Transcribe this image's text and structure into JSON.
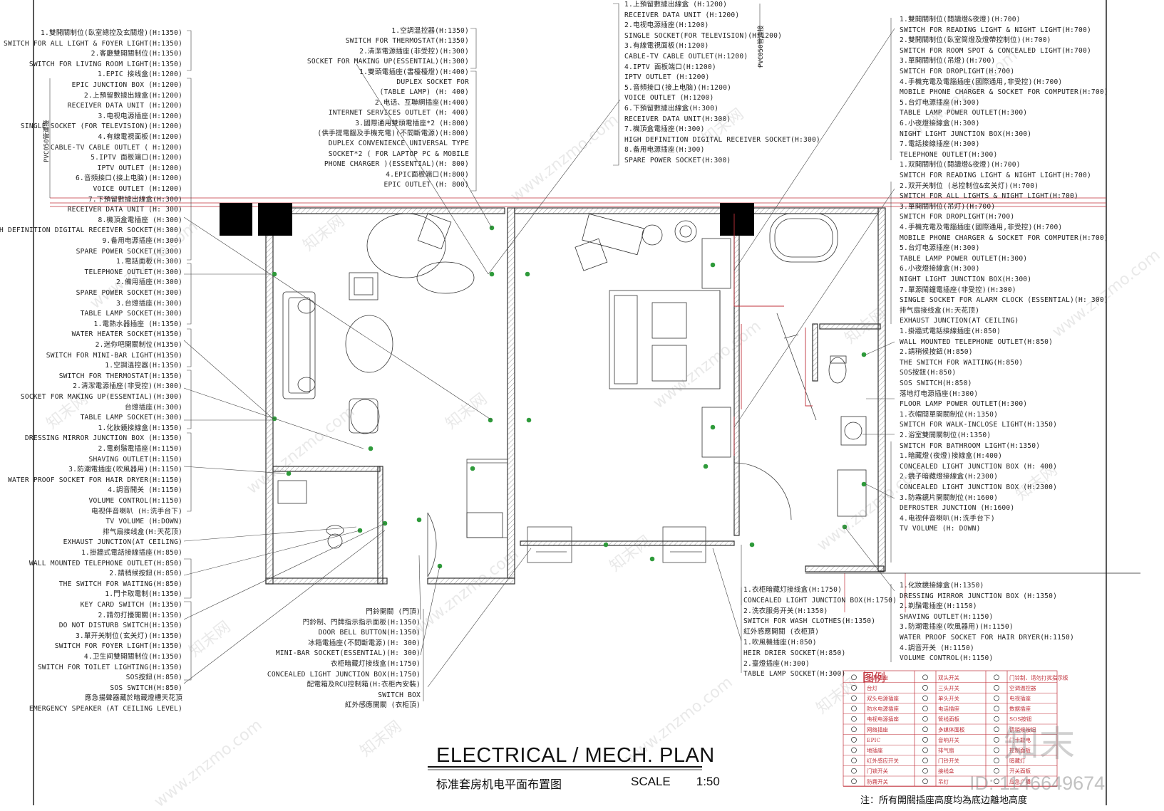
{
  "drawing": {
    "title": "ELECTRICAL / MECH. PLAN",
    "subtitle": "标准套房机电平面布置图",
    "scale_label": "SCALE",
    "scale_value": "1:50",
    "legend_title": "图例",
    "legend_note": "注：所有開關插座高度均為底边離地高度",
    "conduit_left": "PVC050管連接",
    "conduit_top": "PVC050管連接"
  },
  "left_annotations": [
    "1.雙開關制位(臥室總控及玄關燈)(H:1350)",
    "SWITCH FOR ALL LIGHT & FOYER LIGHT(H:1350)",
    "2.客廳雙開關制位(H:1350)",
    "SWITCH FOR LIVING ROOM LIGHT(H:1350)",
    "1.EPIC 接线盒(H:1200)",
    "EPIC JUNCTION BOX (H:1200)",
    "2.上預留數據出線盒(H:1200)",
    "RECEIVER DATA UNIT  (H:1200)",
    "3.电视电源插座(H:1200)",
    "SINGLE SOCKET (FOR TELEVISION)(H:1200)",
    "4.有線電視面板(H:1200)",
    "CABLE-TV CABLE OUTLET ( H:1200)",
    "5.IPTV 面板端口(H:1200)",
    "IPTV OUTLET (H:1200)",
    "6.音頻接口(接上电脑)(H:1200)",
    "VOICE OUTLET (H:1200)",
    "7.下預留數據出線盒(H:300)",
    "RECEIVER DATA UNIT  (H: 300)",
    "8.機頂盒電插座 (H:300)",
    "HIGH DEFINITION DIGITAL RECEIVER SOCKET(H:300)",
    "9.备用电源插座(H:300)",
    "SPARE POWER SOCKET(H:300)",
    "1.電話面板(H:300)",
    "TELEPHONE OUTLET(H:300)",
    "2.備用插座(H:300)",
    "SPARE POWER SOCKET(H:300)",
    "3.台燈插座(H:300)",
    "TABLE LAMP SOCKET(H:300)",
    "1.電熱水器插座 (H:1350)",
    "WATER HEATER SOCKET(H1350)",
    "2.迷你吧開關制位(H1350)",
    "SWITCH FOR MINI-BAR LIGHT(H1350)",
    "1.空調溫控器(H:1350)",
    "SWITCH FOR THERMOSTAT(H:1350)",
    "2.清潔電源插座(非受控)(H:300)",
    "SOCKET FOR MAKING UP(ESSENTIAL)(H:300)",
    "台燈插座(H:300)",
    "TABLE LAMP SOCKET(H:300)",
    "1.化妝鏡接線盒(H:1350)",
    "DRESSING MIRROR JUNCTION BOX (H:1350)",
    "2.電剃鬚電插座(H:1150)",
    "SHAVING OUTLET(H:1150)",
    "3.防潮電插座(吹風器用)(H:1150)",
    "WATER PROOF SOCKET FOR HAIR DRYER(H:1150)",
    "4.調音開关 (H:1150)",
    "VOLUME CONTROL(H:1150)",
    "电视伴音喇叭 (H:洗手台下)",
    "TV VOLUME   (H:DOWN)",
    "排气扇接线盒(H:天花顶)",
    "EXHAUST JUNCTION(AT CEILING)",
    "1.掛牆式電話接線插座(H:850)",
    "WALL MOUNTED TELEPHONE OUTLET(H:850)",
    "2.請稍候按鈕(H:850)",
    "THE SWITCH FOR WAITING(H:850)",
    "1.門卡取電制(H:1350)",
    "KEY CARD SWITCH (H:1350)",
    "2.請勿打擾開關(H:1350)",
    "DO NOT DISTURB SWITCH(H:1350)",
    "3.單开关制位(玄关灯)(H:1350)",
    "SWITCH FOR FOYER LIGHT(H:1350)",
    "4.卫生间雙開關制位(H:1350)",
    "SWITCH FOR TOILET LIGHTING(H:1350)",
    "SOS按鈕(H:850)",
    "SOS SWITCH(H:850)",
    "應急揚聲器藏於暗藏燈槽天花頂",
    "EMERGENCY SPEAKER (AT CEILING LEVEL)"
  ],
  "upper_mid_annotations": [
    "1.空調溫控器(H:1350)",
    "SWITCH FOR THERMOSTAT(H:1350)",
    "2.清潔電源插座(非受控)(H:300)",
    "SOCKET FOR MAKING UP(ESSENTIAL)(H:300)",
    "1.雙頭電插座(書檯檯燈)(H:400)",
    "DUPLEX SOCKET FOR",
    "(TABLE LAMP) (H: 400)",
    "2.电话、互聯網插座(H:400)",
    "INTERNET SERVICES OUTLET (H: 400)",
    "3.國際通用雙頭電插座*2 (H:800)",
    "(供手提電腦及手機充電)(不間斷電源)(H:800)",
    "DUPLEX CONVENIENCE UNIVERSAL TYPE",
    "SOCKET*2 ( FOR LAPTOP PC &  MOBILE",
    "PHONE CHARGER )(ESSENTIAL)(H: 800)",
    "4.EPIC面板端口(H:800)",
    "EPIC OUTLET (H: 800)"
  ],
  "top_center_annotations": [
    "1.上預留數據出線盒 (H:1200)",
    "RECEIVER DATA UNIT  (H:1200)",
    "2.电视电源插座(H:1200)",
    "SINGLE SOCKET(FOR TELEVISION)(H:1200)",
    "3.有線電視面板(H:1200)",
    "CABLE-TV CABLE OUTLET(H:1200)",
    "4.IPTV 面板端口(H:1200)",
    "IPTV OUTLET (H:1200)",
    "5.音頻接口(接上电脑)(H:1200)",
    "VOICE OUTLET (H:1200)",
    "6.下預留數據出線盒(H:300)",
    "RECEIVER DATA UNIT(H:300)",
    "7.機頂盒電插座(H:300)",
    "HIGH DEFINITION DIGITAL RECEIVER SOCKET(H:300)",
    "8.备用电源插座(H:300)",
    "SPARE POWER SOCKET(H:300)"
  ],
  "right_annotations": [
    "1.雙開關制位(閱讀燈&夜燈)(H:700)",
    "SWITCH FOR READING LIGHT & NIGHT LIGHT(H:700)",
    "2.雙開關制位(臥室筒燈及燈帶控制位)(H:700)",
    "SWITCH FOR ROOM SPOT & CONCEALED LIGHT(H:700)",
    "3.單開關制位(吊燈)(H:700)",
    "SWITCH FOR DROPLIGHT(H:700)",
    "4.手機充電及電腦插座(國際通用,非受控)(H:700)",
    "MOBILE PHONE CHARGER & SOCKET FOR COMPUTER(H:700)",
    "5.台灯电源插座(H:300)",
    "TABLE LAMP POWER OUTLET(H:300)",
    "6.小夜燈接線盒(H:300)",
    "NIGHT LIGHT JUNCTION BOX(H:300)",
    "7.電話接線插座(H:300)",
    "TELEPHONE OUTLET(H:300)",
    "1.双開關制位(閱讀燈&夜燈)(H:700)",
    "SWITCH FOR READING LIGHT & NIGHT LIGHT(H:700)",
    "2.双开关制位 (总控制位&玄关灯)(H:700)",
    "SWITCH  FOR  ALL LIGHTS & NIGHT LIGHT(H:700)",
    "3.單開關制位(吊灯)(H:700)",
    "SWITCH FOR DROPLIGHT(H:700)",
    "4.手機充電及電腦插座(國際通用,非受控)(H:700)",
    "MOBILE PHONE CHARGER & SOCKET FOR COMPUTER(H:700)",
    "5.台灯电源插座(H:300)",
    "TABLE LAMP POWER OUTLET(H:300)",
    "6.小夜燈接線盒(H:300)",
    "NIGHT LIGHT JUNCTION BOX(H:300)",
    "7.單源鬧鐘電插座(非受控)(H:300)",
    "SINGLE SOCKET FOR ALARM CLOCK (ESSENTIAL)(H: 300)",
    "排气扇接线盒(H:天花顶)",
    "EXHAUST JUNCTION(AT CEILING)",
    "1.掛牆式電話接線插座(H:850)",
    "WALL MOUNTED TELEPHONE OUTLET(H:850)",
    "2.請稍候按鈕(H:850)",
    "THE SWITCH FOR WAITING(H:850)",
    "SOS按鈕(H:850)",
    "SOS SWITCH(H:850)",
    "落地灯电源插座(H:300)",
    "FLOOR LAMP POWER OUTLET(H:300)",
    "1.衣帽間單開關制位(H:1350)",
    "SWITCH FOR WALK-INCLOSE LIGHT(H:1350)",
    "2.浴室雙開關制位(H:1350)",
    "SWITCH FOR BATHROOM LIGHT(H:1350)",
    "1.暗藏燈(夜燈)接線盒(H:400)",
    "CONCEALED LIGHT JUNCTION BOX (H: 400)",
    "2.鏡子暗藏燈接線盒(H:2300)",
    "CONCEALED LIGHT JUNCTION BOX (H:2300)",
    "3.防霧鏡片開關制位(H:1600)",
    "DEFROSTER JUNCTION (H:1600)",
    "4.电视伴音喇叭(H:洗手台下)",
    "TV VOLUME   (H: DOWN)"
  ],
  "lower_right_annotations": [
    "1.化妝鏡接線盒(H:1350)",
    "DRESSING MIRROR JUNCTION BOX (H:1350)",
    "2.剃鬚電插座(H:1150)",
    "SHAVING OUTLET(H:1150)",
    "3.防潮電插座(吹風器用)(H:1150)",
    "WATER PROOF SOCKET FOR HAIR DRYER(H:1150)",
    "4.調音开关 (H:1150)",
    "VOLUME CONTROL(H:1150)"
  ],
  "lower_mid_annotations": [
    "1.衣柜暗藏灯接线盒(H:1750)",
    "CONCEALED LIGHT JUNCTION BOX(H:1750)",
    "2.洗衣服务开关(H:1350)",
    "SWITCH FOR WASH CLOTHES(H:1350)",
    "紅外感應開關 (衣柜頂)",
    "1.吹風機插座(H:850)",
    "HEIR DRIER SOCKET(H:850)",
    "2.臺燈插座(H:300)",
    "TABLE LAMP SOCKET(H:300)"
  ],
  "lower_left_annotations": [
    "門鈴開關 (門頂)",
    "門鈴制、門牌指示指示面板(H:1350)",
    "DOOR BELL BUTTON(H:1350)",
    "冰箱電插座(不間斷電源)(H: 300)",
    "MINI-BAR SOCKET(ESSENTIAL)(H: 300)",
    "衣柜暗藏灯接线盒(H:1750)",
    "CONCEALED LIGHT JUNCTION BOX(H:1750)",
    "配電箱及RCU控制箱(H:衣柜內安裝)",
    "SWITCH BOX",
    "紅外感應開關 (衣柜頂)"
  ],
  "legend_items": [
    [
      "电源插座",
      "双头开关",
      "门铃制、请勿打扰指示板"
    ],
    [
      "台灯",
      "三头开关",
      "空调温控器"
    ],
    [
      "双头电源插座",
      "单头开关",
      "电视插座"
    ],
    [
      "防水电源插座",
      "电话插座",
      "数据插座"
    ],
    [
      "电视电源插座",
      "管线面板",
      "SOS按钮"
    ],
    [
      "网络插座",
      "多媒体面板",
      "请稍候按钮"
    ],
    [
      "EPIC",
      "音响开关",
      "门卡取电"
    ],
    [
      "地插座",
      "排气扇",
      "控制面板"
    ],
    [
      "红外感应开关",
      "门铃开关",
      "暗藏灯"
    ],
    [
      "门锁开关",
      "接线盒",
      "开关面板"
    ],
    [
      "防霧开关",
      "吊灯",
      "应急广播"
    ]
  ],
  "watermark": {
    "site": "www.znzmo.com",
    "brand": "知末网",
    "logo": "知末",
    "id": "ID: 1146649674"
  },
  "colors": {
    "line": "#222222",
    "wall": "#3a3a3a",
    "red": "#c0303a",
    "green": "#2e9a3a",
    "block": "#000000"
  }
}
